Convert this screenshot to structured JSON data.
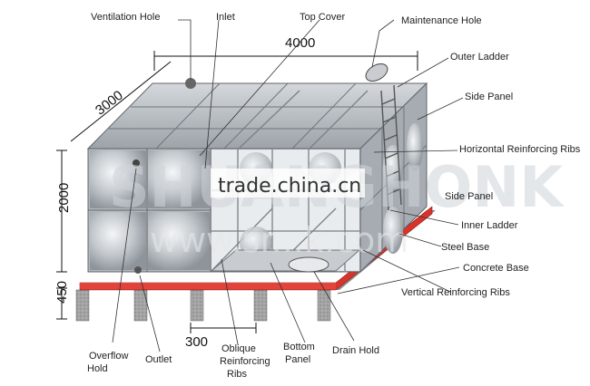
{
  "labels": {
    "ventilation_hole": "Ventilation Hole",
    "inlet": "Inlet",
    "top_cover": "Top Cover",
    "maintenance_hole": "Maintenance Hole",
    "outer_ladder": "Outer Ladder",
    "side_panel": "Side Panel",
    "horizontal_ribs": "Horizontal Reinforcing Ribs",
    "side_panel_hidden": "Side Panel",
    "inner_ladder": "Inner Ladder",
    "steel_base": "Steel Base",
    "concrete_base": "Concrete Base",
    "vertical_ribs": "Vertical Reinforcing Ribs",
    "overflow_line1": "Overflow",
    "overflow_line2": "Hold",
    "outlet": "Outlet",
    "oblique_line1": "Oblique",
    "oblique_line2": "Reinforcing",
    "oblique_line3": "Ribs",
    "bottom_line1": "Bottom",
    "bottom_line2": "Panel",
    "drain": "Drain  Hold"
  },
  "dimensions": {
    "length": "4000",
    "width": "3000",
    "height": "2000",
    "base_height": "450",
    "base_spacing": "300"
  },
  "watermark": {
    "brand": "SHUANGHONK",
    "site": "trade.china.cn",
    "url": "www.sr...k.com"
  },
  "colors": {
    "steel_base": "#d9342b",
    "panel": "#b9bec3",
    "concrete": "#9a9a9a"
  }
}
